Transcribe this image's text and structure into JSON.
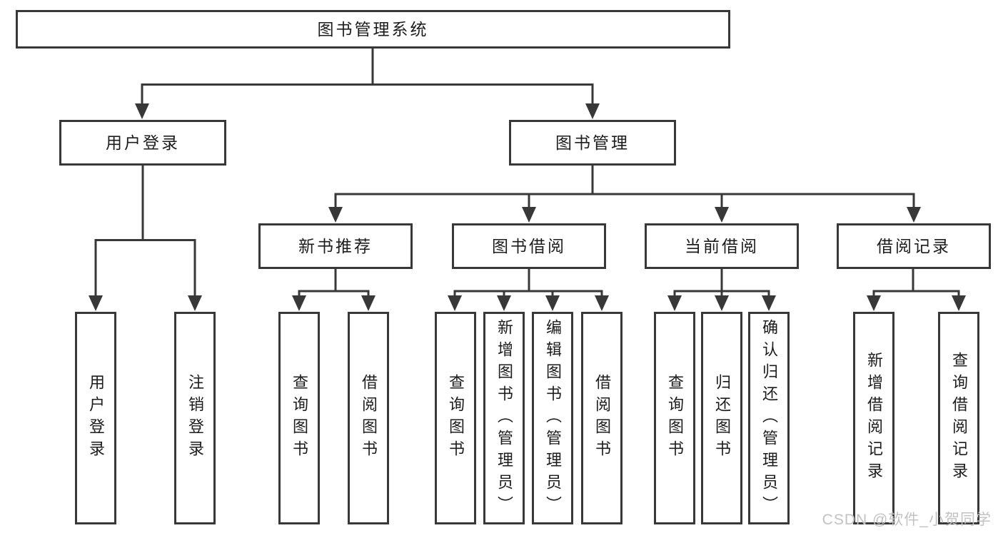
{
  "diagram_title": "图书管理系统",
  "colors": {
    "line": "#383838",
    "text": "#1c1c1c",
    "background": "#ffffff",
    "watermark": "#c2c2c2"
  },
  "watermark": {
    "text": "CSDN @软件_小贺同学"
  },
  "nodes": {
    "root": "图书管理系统",
    "user_login": "用户登录",
    "book_mgmt": "图书管理",
    "new_book_rec": "新书推荐",
    "book_borrow": "图书借阅",
    "current_borrow": "当前借阅",
    "borrow_record": "借阅记录",
    "leaf_user_login": "用户登录",
    "leaf_logout": "注销登录",
    "leaf_query_book_1": "查询图书",
    "leaf_borrow_book_1": "借阅图书",
    "leaf_query_book_2": "查询图书",
    "leaf_add_book": "新增图书（管理员）",
    "leaf_edit_book": "编辑图书（管理员）",
    "leaf_borrow_book_2": "借阅图书",
    "leaf_query_book_3": "查询图书",
    "leaf_return_book": "归还图书",
    "leaf_confirm_return": "确认归还（管理员）",
    "leaf_add_record": "新增借阅记录",
    "leaf_query_record": "查询借阅记录"
  },
  "hierarchy": {
    "label": "图书管理系统",
    "children": [
      {
        "label": "用户登录",
        "children": [
          {
            "label": "用户登录"
          },
          {
            "label": "注销登录"
          }
        ]
      },
      {
        "label": "图书管理",
        "children": [
          {
            "label": "新书推荐",
            "children": [
              {
                "label": "查询图书"
              },
              {
                "label": "借阅图书"
              }
            ]
          },
          {
            "label": "图书借阅",
            "children": [
              {
                "label": "查询图书"
              },
              {
                "label": "新增图书（管理员）"
              },
              {
                "label": "编辑图书（管理员）"
              },
              {
                "label": "借阅图书"
              }
            ]
          },
          {
            "label": "当前借阅",
            "children": [
              {
                "label": "查询图书"
              },
              {
                "label": "归还图书"
              },
              {
                "label": "确认归还（管理员）"
              }
            ]
          },
          {
            "label": "借阅记录",
            "children": [
              {
                "label": "新增借阅记录"
              },
              {
                "label": "查询借阅记录"
              }
            ]
          }
        ]
      }
    ]
  }
}
